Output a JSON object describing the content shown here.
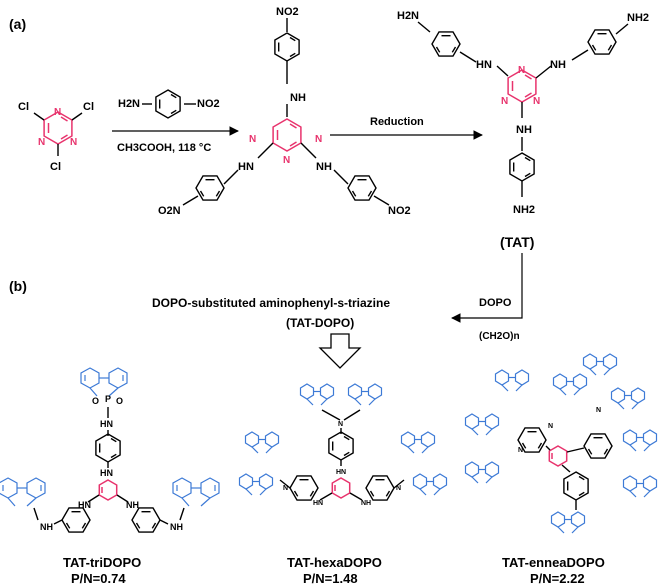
{
  "panels": {
    "a": "(a)",
    "b": "(b)"
  },
  "atoms": {
    "cl": "Cl",
    "h2n": "H2N",
    "nh2": "NH2",
    "no2": "NO2",
    "o2n": "O2N",
    "nh": "NH",
    "hn": "HN",
    "n": "N",
    "o": "O",
    "p": "P"
  },
  "reagents": {
    "step1_conditions": "CH3COOH, 118 °C",
    "step2_label": "Reduction",
    "step3_reagent": "DOPO",
    "step3_conditions": "(CH2O)n"
  },
  "products": {
    "tat_label": "(TAT)",
    "tat_dopo_title_line1": "DOPO-substituted aminophenyl-s-triazine",
    "tat_dopo_title_line2": "(TAT-DOPO)"
  },
  "derivatives": [
    {
      "name": "TAT-triDOPO",
      "pn": "P/N=0.74"
    },
    {
      "name": "TAT-hexaDOPO",
      "pn": "P/N=1.48"
    },
    {
      "name": "TAT-enneaDOPO",
      "pn": "P/N=2.22"
    }
  ],
  "colors": {
    "triazine": "#e8336d",
    "dopo": "#3d7ad6",
    "bond": "#000000"
  }
}
